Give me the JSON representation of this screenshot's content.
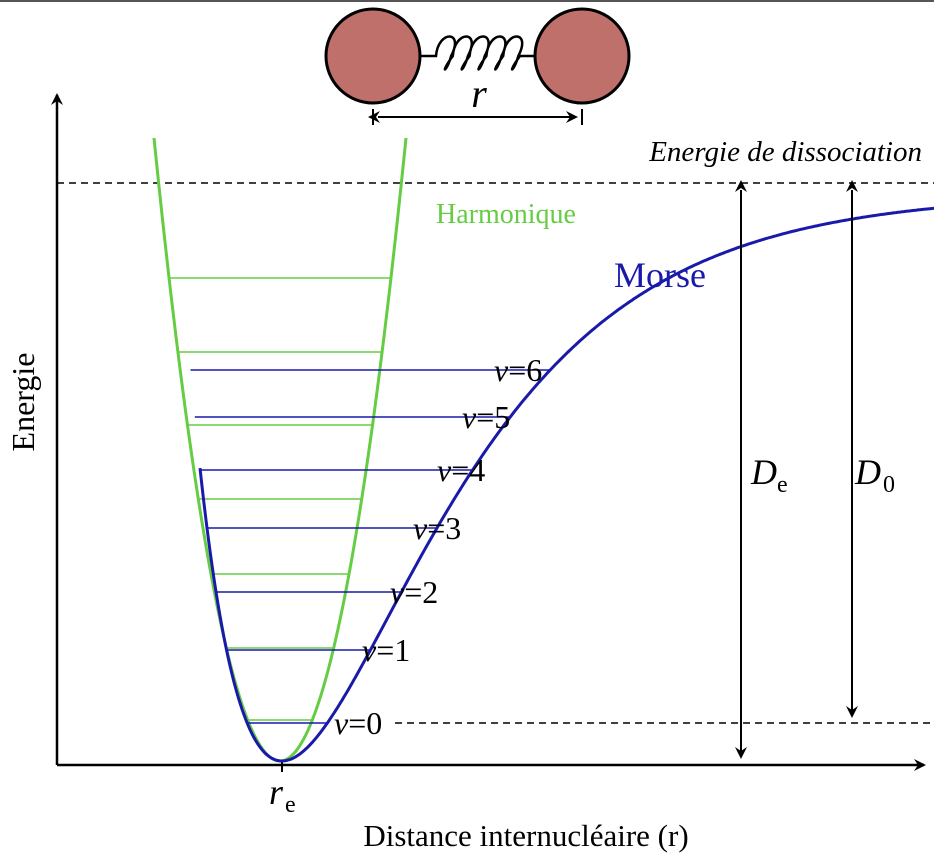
{
  "diagram": {
    "axis_y_label": "Energie",
    "axis_x_label": "Distance internucléaire (r)",
    "bond_length_label": "r",
    "equilibrium_label": {
      "main": "r",
      "sub": "e"
    },
    "dissociation_label": "Energie de dissociation",
    "harmonic_label": "Harmonique",
    "morse_label": "Morse",
    "De_label": {
      "main": "D",
      "sub": "e"
    },
    "D0_label": {
      "main": "D",
      "sub": "0"
    },
    "levels": [
      {
        "v": "v",
        "eq": "=",
        "n": "0"
      },
      {
        "v": "v",
        "eq": "=",
        "n": "1"
      },
      {
        "v": "v",
        "eq": "=",
        "n": "2"
      },
      {
        "v": "v",
        "eq": "=",
        "n": "3"
      },
      {
        "v": "v",
        "eq": "=",
        "n": "4"
      },
      {
        "v": "v",
        "eq": "=",
        "n": "5"
      },
      {
        "v": "v",
        "eq": "=",
        "n": "6"
      }
    ]
  },
  "colors": {
    "harmonic": "#66cc44",
    "morse": "#1a1aaa",
    "atom_fill": "#c0706a",
    "axis": "#000000",
    "frame_top": "#555555"
  }
}
